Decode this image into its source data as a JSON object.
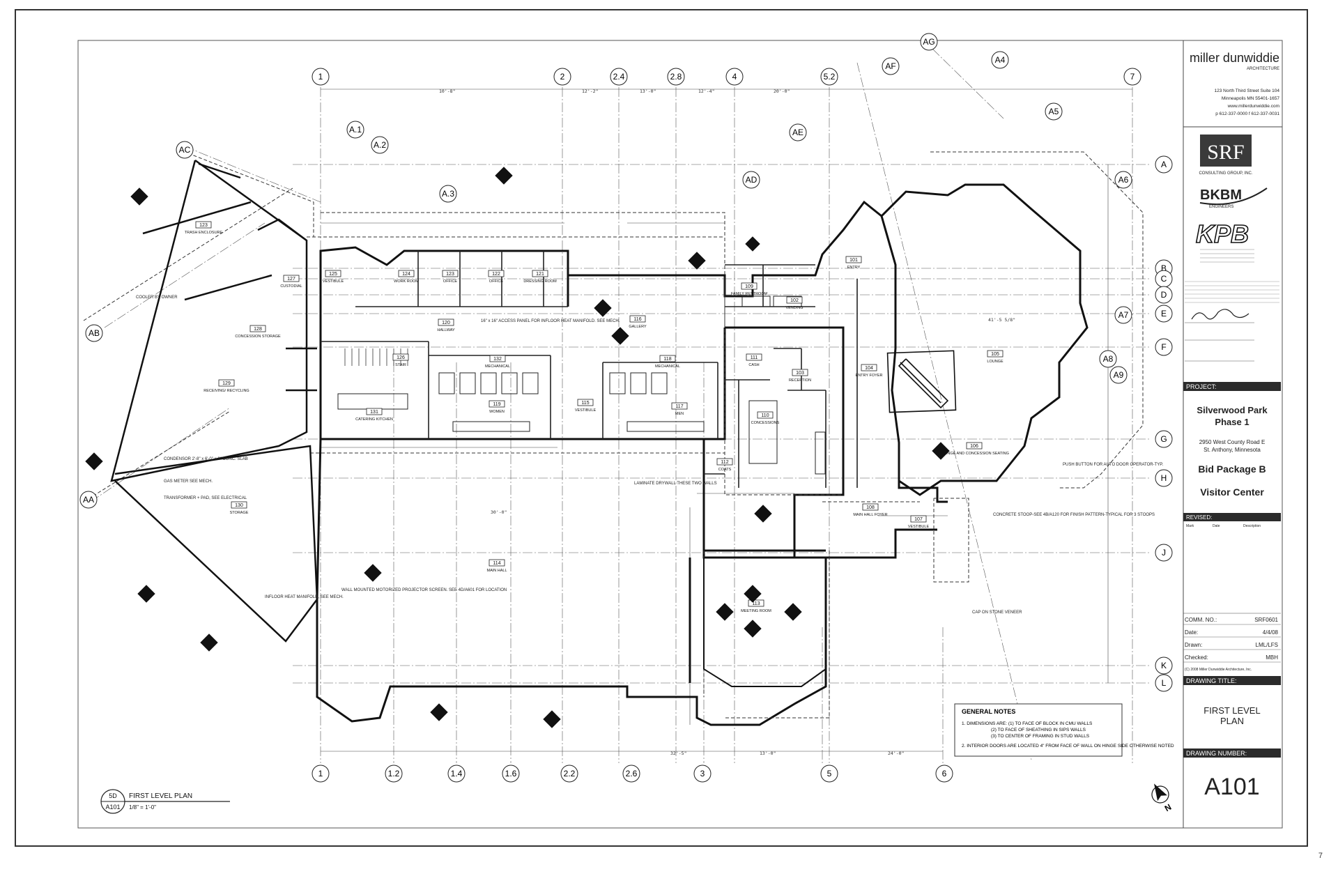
{
  "firm": {
    "name": "miller dunwiddie",
    "subtitle": "ARCHITECTURE",
    "address1": "123 North Third Street Suite 104",
    "address2": "Minneapolis MN  55401-1657",
    "web": "www.millerdunwiddie.com",
    "phone": "p 612-337-0000  f 612-337-0031"
  },
  "consultants": {
    "srf": "SRF",
    "srf_sub": "CONSULTING GROUP, INC.",
    "bkbm": "BKBM",
    "bkbm_sub": "ENGINEERS",
    "kpb": "KPB"
  },
  "project": {
    "header": "PROJECT:",
    "name_line1": "Silverwood Park",
    "name_line2": "Phase 1",
    "addr1": "2950 West County Road E",
    "addr2": "St. Anthony, Minnesota",
    "bid": "Bid Package B",
    "building": "Visitor Center"
  },
  "revised": {
    "header": "REVISED:",
    "cols": [
      "Mark",
      "Date",
      "Description"
    ]
  },
  "info": [
    {
      "label": "COMM. NO.:",
      "value": "SRF0601"
    },
    {
      "label": "Date:",
      "value": "4/4/08"
    },
    {
      "label": "Drawn:",
      "value": "LML/LFS"
    },
    {
      "label": "Checked:",
      "value": "MBH"
    }
  ],
  "copyright": "(C) 2008 Miller Dunwiddie Architecture, Inc.",
  "drawing": {
    "title_header": "DRAWING TITLE:",
    "title_line1": "FIRST LEVEL",
    "title_line2": "PLAN",
    "number_header": "DRAWING NUMBER:",
    "number": "A101"
  },
  "plan_title": {
    "detail": "5D",
    "sheet": "A101",
    "title": "FIRST LEVEL PLAN",
    "scale": "1/8\" = 1'-0\""
  },
  "north": "N",
  "page_number": "7",
  "grid_top": [
    "1",
    "2",
    "2.4",
    "2.8",
    "4",
    "5.2",
    "7"
  ],
  "grid_bottom": [
    "1",
    "1.2",
    "1.4",
    "1.6",
    "2.2",
    "2.6",
    "3",
    "5",
    "6"
  ],
  "grid_right": [
    "A",
    "B",
    "C",
    "D",
    "E",
    "F",
    "G",
    "H",
    "J",
    "K",
    "L"
  ],
  "grid_diag": [
    "AG",
    "AF",
    "AE",
    "AD",
    "AC",
    "AB",
    "AA",
    "A.1",
    "A.2",
    "A.3",
    "A4",
    "A5",
    "A6",
    "A7",
    "A8",
    "A9"
  ],
  "rooms": [
    {
      "num": "123",
      "name": "TRASH ENCLOSURE"
    },
    {
      "num": "125",
      "name": "VESTIBULE"
    },
    {
      "num": "124",
      "name": "WORK ROOM"
    },
    {
      "num": "123",
      "name": "OFFICE"
    },
    {
      "num": "122",
      "name": "OFFICE"
    },
    {
      "num": "121",
      "name": "DRESSING ROOM"
    },
    {
      "num": "127",
      "name": "CUSTODIAL"
    },
    {
      "num": "128",
      "name": "CONCESSION STORAGE"
    },
    {
      "num": "120",
      "name": "HALLWAY"
    },
    {
      "num": "116",
      "name": "GALLERY"
    },
    {
      "num": "109",
      "name": "FAMILY RESTROOM"
    },
    {
      "num": "102",
      "name": "VENDING"
    },
    {
      "num": "101",
      "name": "ENTRY"
    },
    {
      "num": "129",
      "name": "RECEIVING/ RECYCLING"
    },
    {
      "num": "126",
      "name": "STAIR"
    },
    {
      "num": "132",
      "name": "MECHANICAL"
    },
    {
      "num": "118",
      "name": "MECHANICAL"
    },
    {
      "num": "111",
      "name": "CASH"
    },
    {
      "num": "103",
      "name": "RECEPTION"
    },
    {
      "num": "104",
      "name": "ENTRY FOYER"
    },
    {
      "num": "105",
      "name": "LOUNGE"
    },
    {
      "num": "131",
      "name": "CATERING KITCHEN"
    },
    {
      "num": "119",
      "name": "WOMEN"
    },
    {
      "num": "115",
      "name": "VESTIBULE"
    },
    {
      "num": "117",
      "name": "MEN"
    },
    {
      "num": "110",
      "name": "CONCESSIONS"
    },
    {
      "num": "106",
      "name": "LOUNGE AND CONCESSION SEATING"
    },
    {
      "num": "112",
      "name": "COATS"
    },
    {
      "num": "130",
      "name": "STORAGE"
    },
    {
      "num": "108",
      "name": "MAIN HALL FOYER"
    },
    {
      "num": "107",
      "name": "VESTIBULE"
    },
    {
      "num": "114",
      "name": "MAIN HALL"
    },
    {
      "num": "113",
      "name": "MEETING ROOM"
    }
  ],
  "notes_plan": [
    "COOLER BY OWNER",
    "CONDENSOR 2'-8\" x 6'-0\" x 6\" CONC. SLAB",
    "GAS METER SEE MECH.",
    "TRANSFORMER + PAD, SEE ELECTRICAL",
    "INFLOOR HEAT MANIFOLD, SEE MECH.",
    "WALL MOUNTED MOTORIZED PROJECTOR SCREEN. SEE 4D/A601 FOR LOCATION",
    "16\" x 16\" ACCESS PANEL FOR INFLOOR HEAT MANIFOLD. SEE MECH.",
    "LAMINATE DRYWALL THESE TWO WALLS",
    "CONCRETE STOOP-SEE 4B/A120 FOR FINISH PATTERN-TYPICAL FOR 3 STOOPS",
    "PUSH BUTTON FOR AUTO DOOR OPERATOR-TYP.",
    "CAP ON STONE VENEER"
  ],
  "general_notes": {
    "title": "GENERAL NOTES",
    "items": [
      "1. DIMENSIONS ARE: (1) TO FACE OF BLOCK IN CMU WALLS",
      "(2) TO FACE OF SHEATHING IN SIPS WALLS",
      "(3) TO CENTER OF FRAMING IN STUD WALLS",
      "2. INTERIOR DOORS ARE LOCATED 4\" FROM FACE OF WALL ON HINGE SIDE OTHERWISE NOTED"
    ]
  },
  "dims": [
    "10'-8\"",
    "12'-2\"",
    "13'-0\"",
    "12'-4\"",
    "20'-0\"",
    "30'-0\"",
    "41'-5 5/8\"",
    "24'-0\"",
    "13'-0\"",
    "32'-5\""
  ],
  "colors": {
    "ink": "#1a1a1a",
    "border": "#333333",
    "bar": "#2b2b2b",
    "srf_bg": "#3a3a3a"
  }
}
